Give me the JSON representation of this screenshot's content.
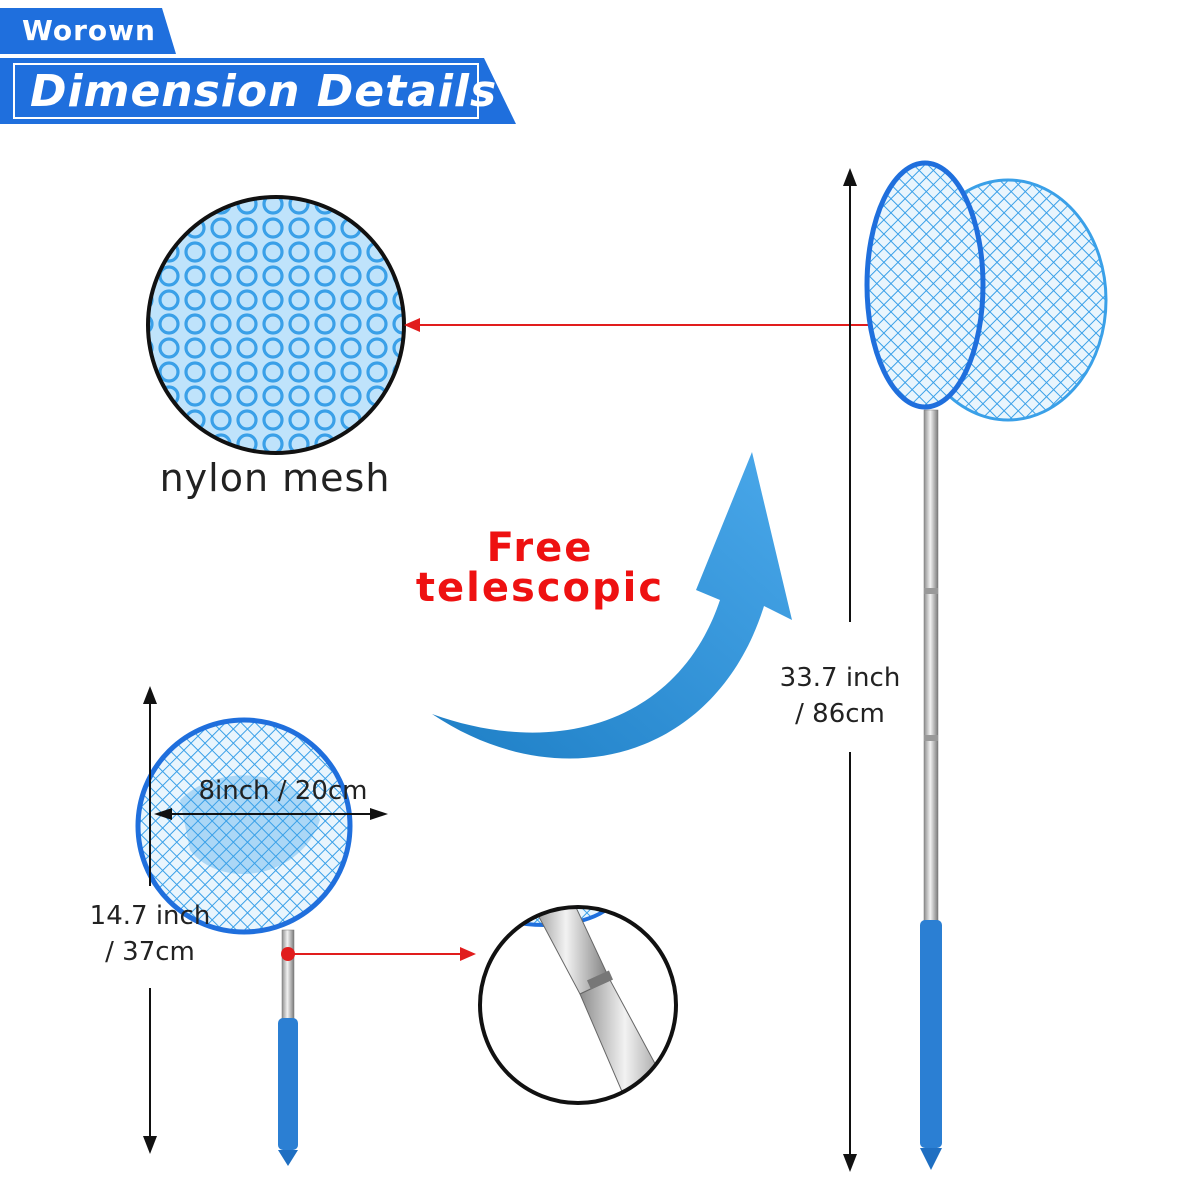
{
  "brand": "Worown",
  "title": "Dimension Details",
  "mesh_caption": "nylon mesh",
  "feature": {
    "line1": "Free",
    "line2": "telescopic"
  },
  "extended_length": {
    "line1": "33.7 inch",
    "line2": "/ 86cm"
  },
  "hoop_diameter": "8inch / 20cm",
  "retracted_length": {
    "line1": "14.7 inch",
    "line2": "/ 37cm"
  },
  "colors": {
    "banner_blue": "#1f6fdd",
    "net_blue": "#3aa0e8",
    "accent_red": "#ee1111",
    "pointer_red": "#e11d1d",
    "arrow_blue": "#2b8fd8"
  }
}
